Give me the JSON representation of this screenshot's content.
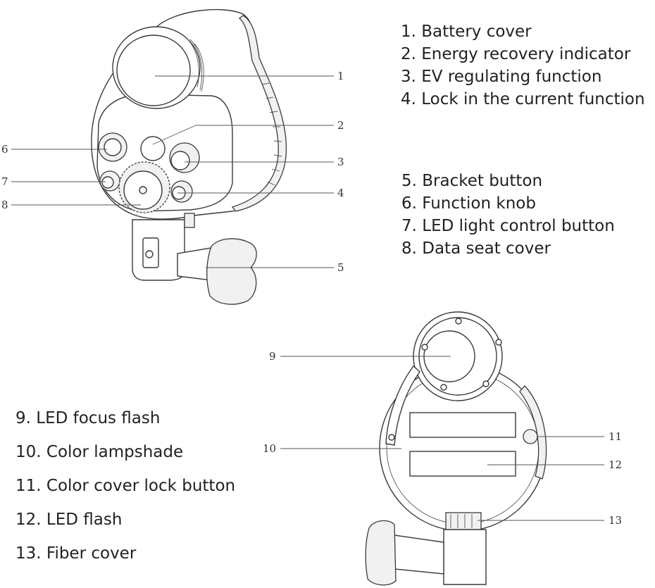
{
  "legend_top": [
    "1. Battery cover",
    "2. Energy recovery indicator",
    "3. EV regulating function",
    "4. Lock in the current function"
  ],
  "legend_mid": [
    "5. Bracket button",
    "6. Function knob",
    "7. LED light control button",
    "8. Data seat cover"
  ],
  "legend_bottom": [
    "9. LED focus flash",
    "10. Color lampshade",
    "11. Color cover lock button",
    "12. LED flash",
    "13. Fiber cover"
  ],
  "callouts": {
    "c1": "1",
    "c2": "2",
    "c3": "3",
    "c4": "4",
    "c5": "5",
    "c6": "6",
    "c7": "7",
    "c8": "8",
    "c9": "9",
    "c10": "10",
    "c11": "11",
    "c12": "12",
    "c13": "13"
  }
}
